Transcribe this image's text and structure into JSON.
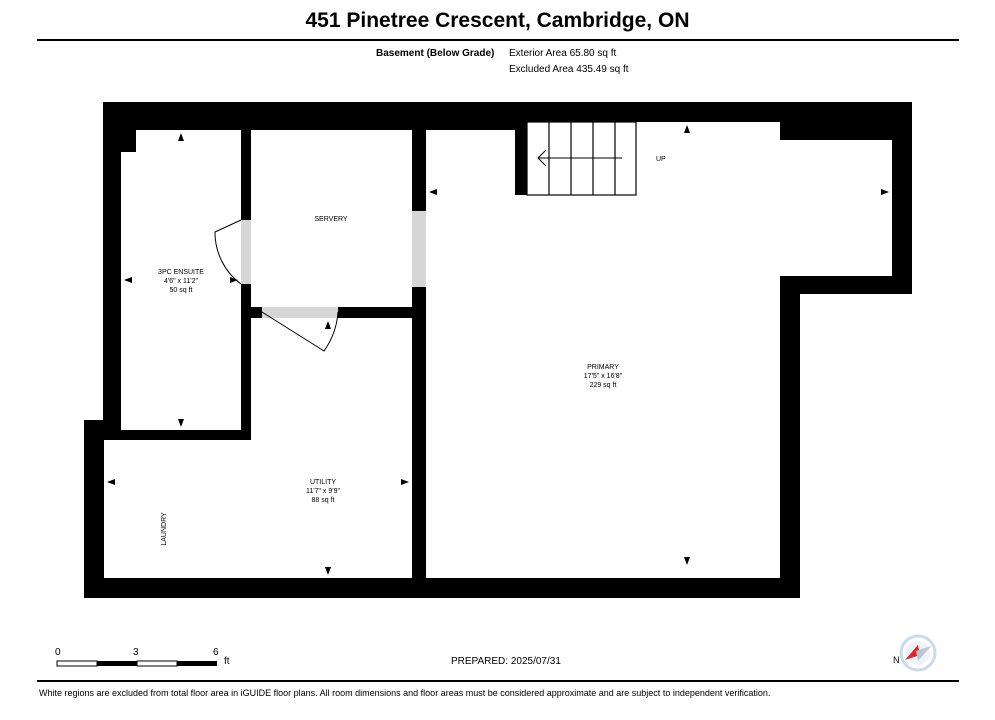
{
  "header": {
    "address": "451 Pinetree Crescent, Cambridge, ON",
    "floor_label": "Basement (Below Grade)",
    "exterior_area": "Exterior Area 65.80 sq ft",
    "excluded_area": "Excluded Area 435.49 sq ft"
  },
  "rooms": {
    "ensuite": {
      "name": "3PC ENSUITE",
      "dims": "4'6\" x 11'2\"",
      "area": "50 sq ft"
    },
    "servery": {
      "name": "SERVERY"
    },
    "primary": {
      "name": "PRIMARY",
      "dims": "17'5\" x 16'8\"",
      "area": "229 sq ft"
    },
    "utility": {
      "name": "UTILITY",
      "dims": "11'7\" x 9'9\"",
      "area": "88 sq ft"
    },
    "laundry": {
      "name": "LAUNDRY"
    },
    "stairs": {
      "label": "UP"
    }
  },
  "scale": {
    "t0": "0",
    "t1": "3",
    "t2": "6",
    "unit": "ft"
  },
  "prepared": "PREPARED: 2025/07/31",
  "footer": "White regions are excluded from total floor area in iGUIDE floor plans. All room dimensions and floor areas must be considered approximate and are subject to independent verification.",
  "colors": {
    "wall": "#000000",
    "door_opening": "#d6d6d6",
    "compass_red": "#e0242a",
    "compass_ring": "#c9dbea"
  }
}
